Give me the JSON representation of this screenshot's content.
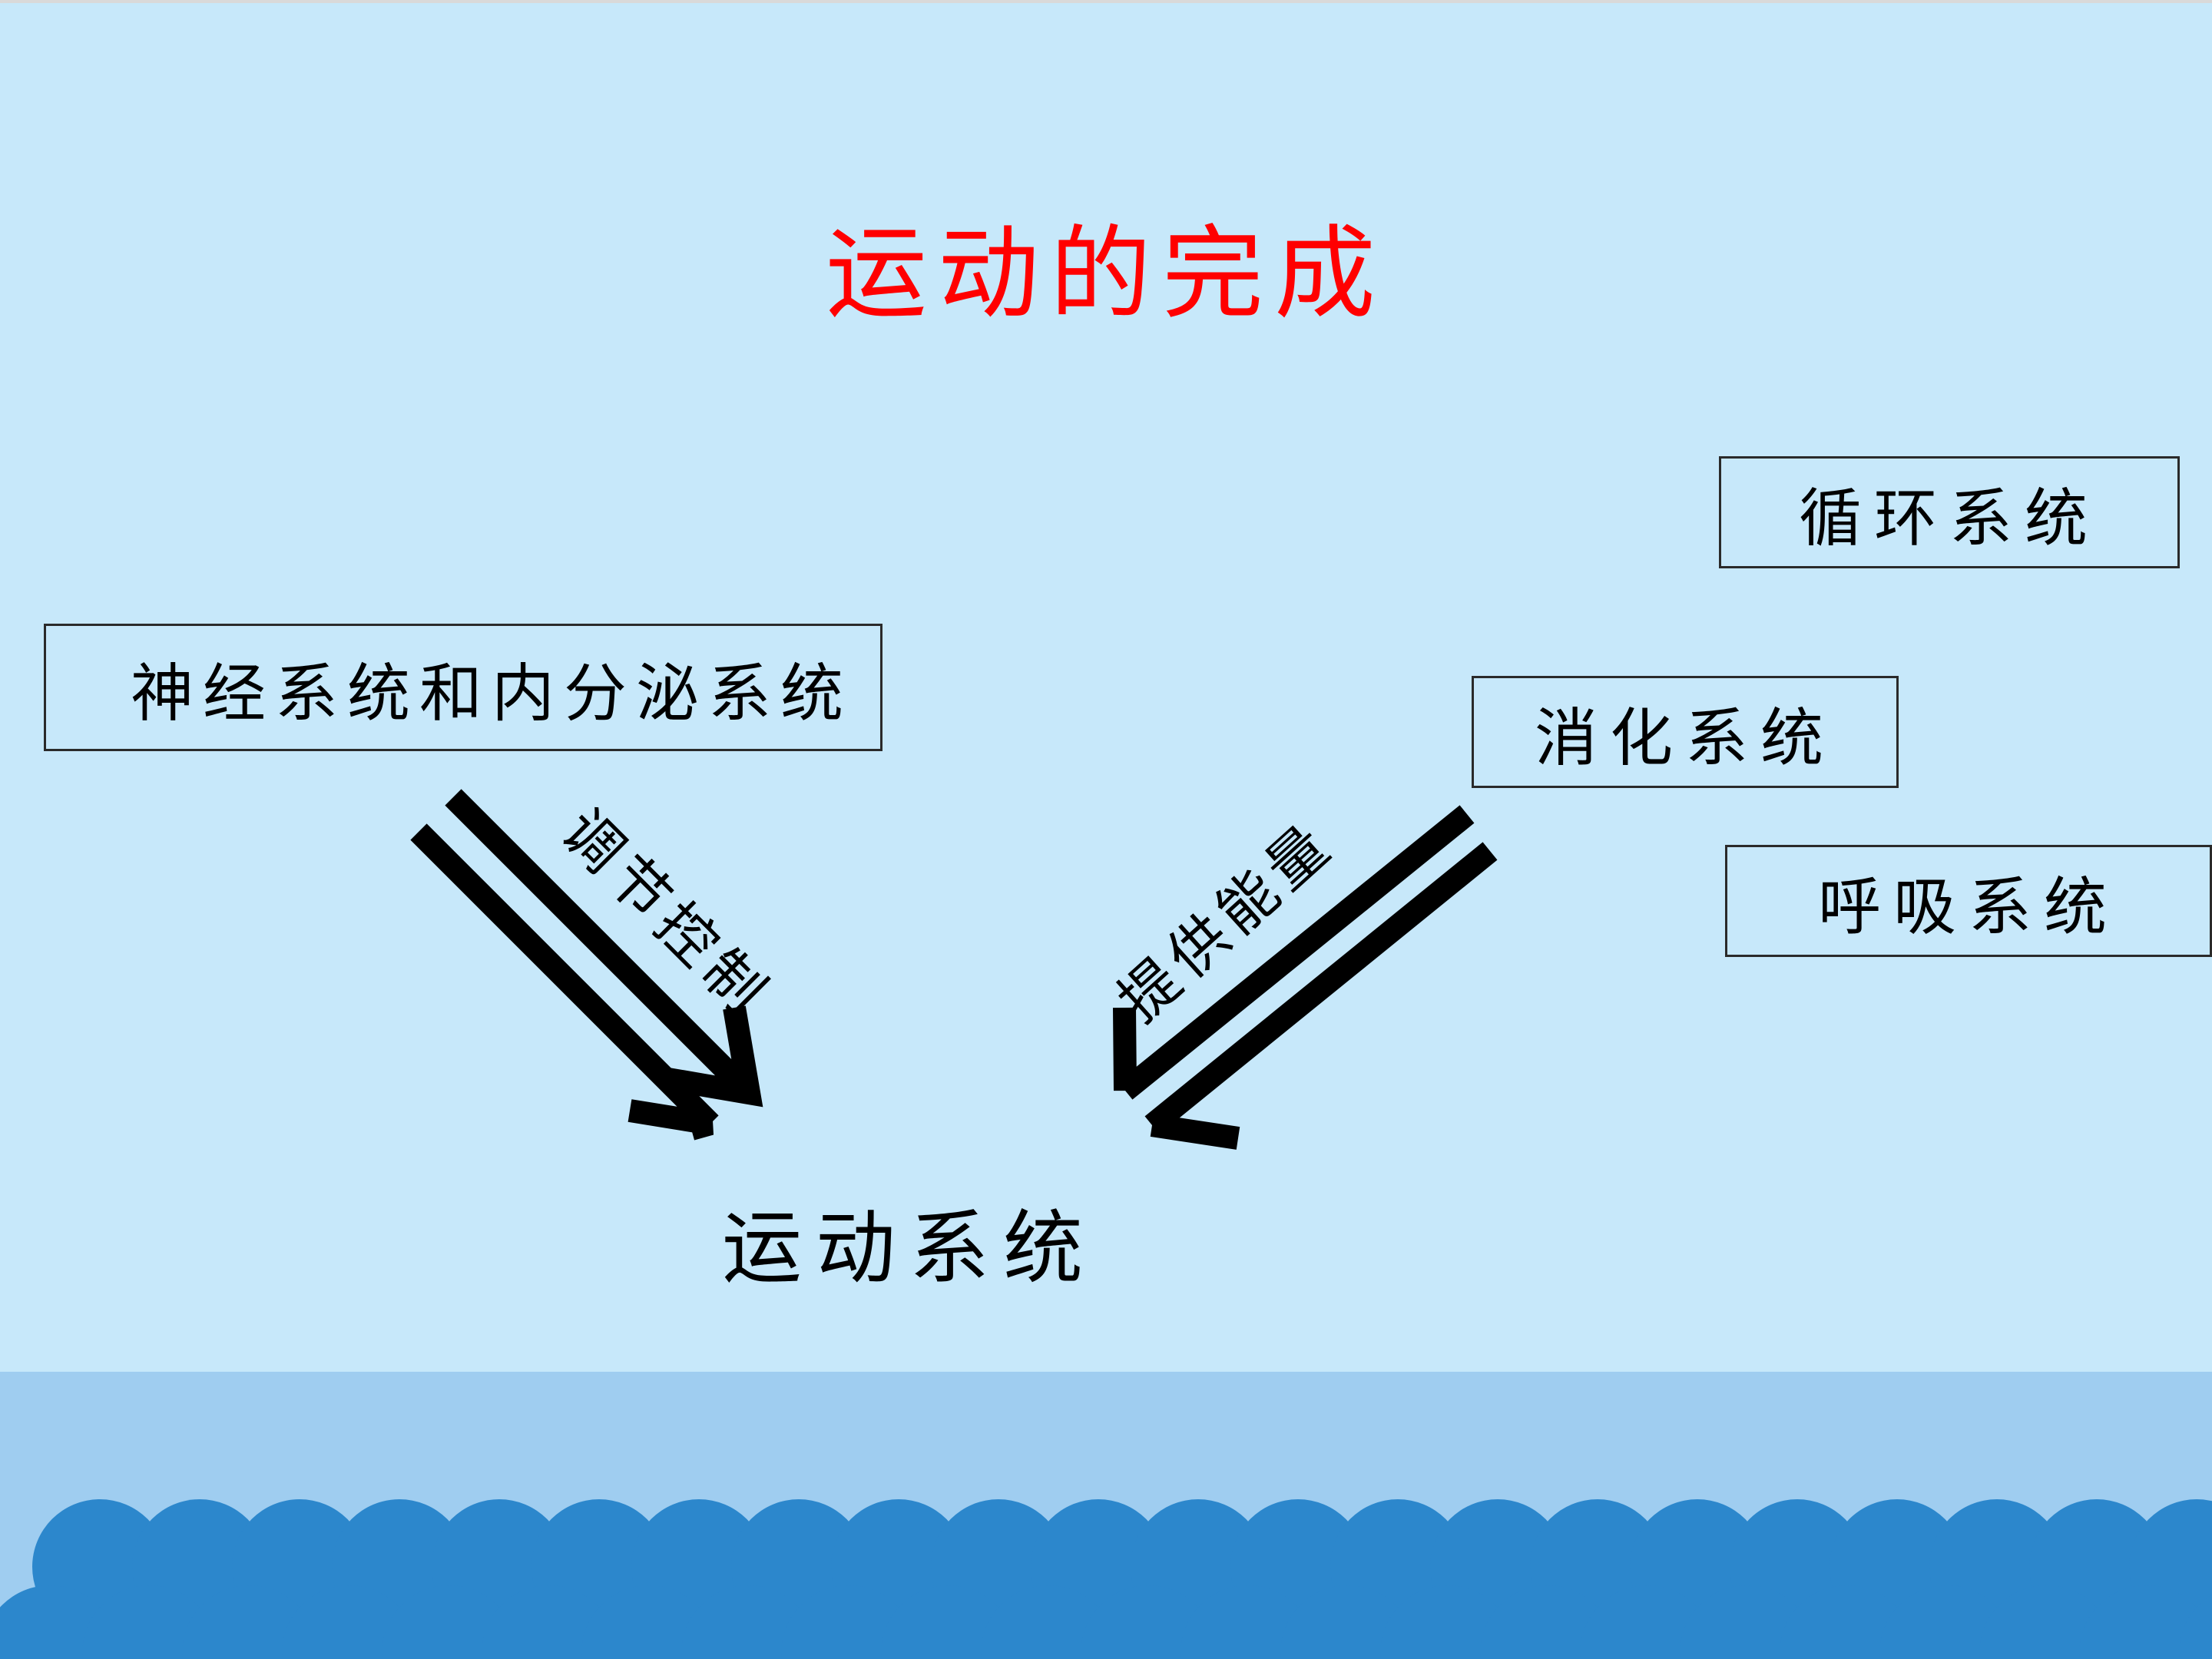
{
  "title": "运动的完成",
  "boxes": {
    "nerve": "神经系统和内分泌系统",
    "circulation": "循环系统",
    "digestion": "消化系统",
    "respiration": "呼吸系统"
  },
  "arrow_labels": {
    "regulate": "调节控制",
    "energy": "提供能量"
  },
  "target": "运动系统",
  "colors": {
    "background": "#c7e8fa",
    "title": "#ff0000",
    "ground": "#9fcdf0",
    "scallop": "#2c87cc"
  }
}
